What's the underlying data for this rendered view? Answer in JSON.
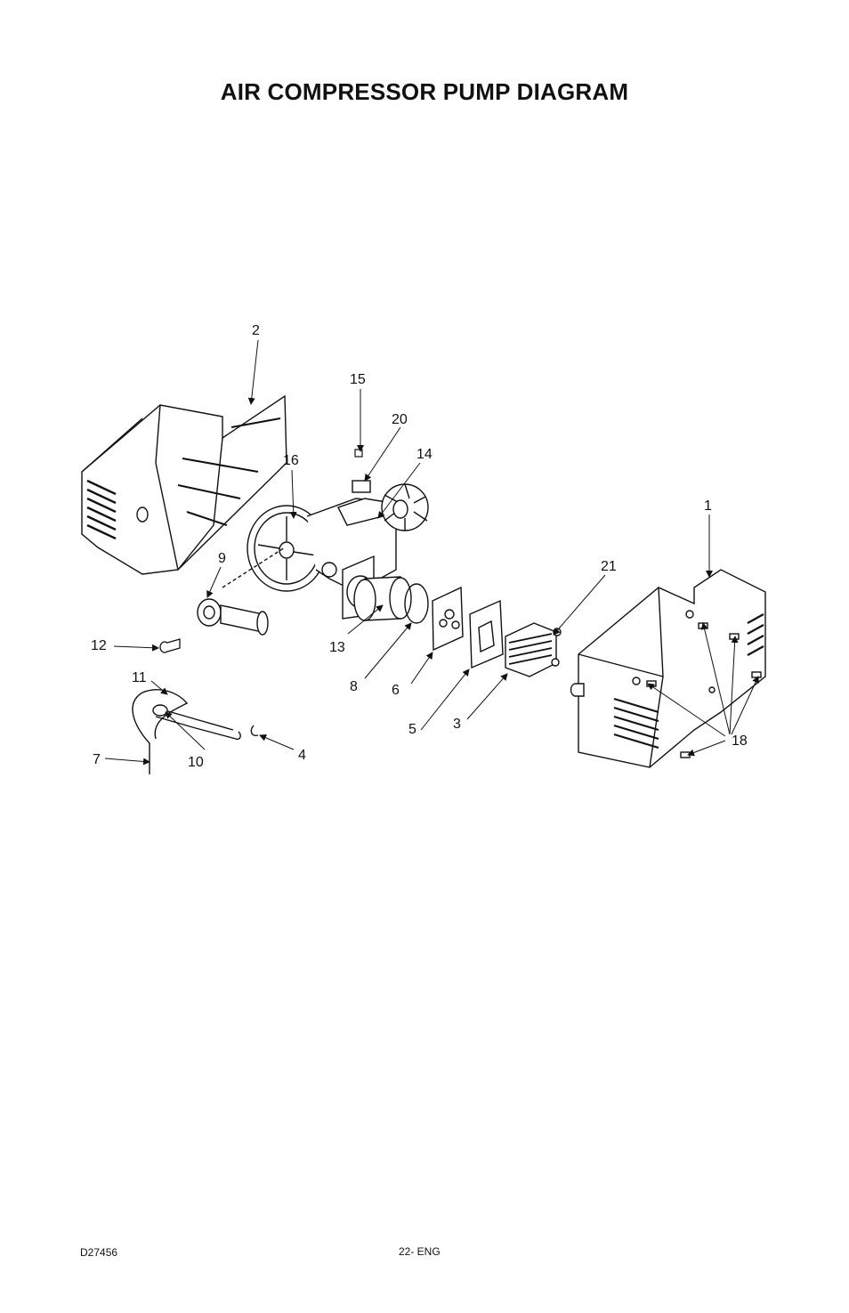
{
  "title": "AIR COMPRESSOR PUMP DIAGRAM",
  "callouts": {
    "c1": "1",
    "c2": "2",
    "c3": "3",
    "c4": "4",
    "c5": "5",
    "c6": "6",
    "c7": "7",
    "c8": "8",
    "c9": "9",
    "c10": "10",
    "c11": "11",
    "c12": "12",
    "c13": "13",
    "c14": "14",
    "c15": "15",
    "c16": "16",
    "c18": "18",
    "c20": "20",
    "c21": "21"
  },
  "footer": {
    "doc_number": "D27456",
    "page_label": "22- ENG"
  }
}
